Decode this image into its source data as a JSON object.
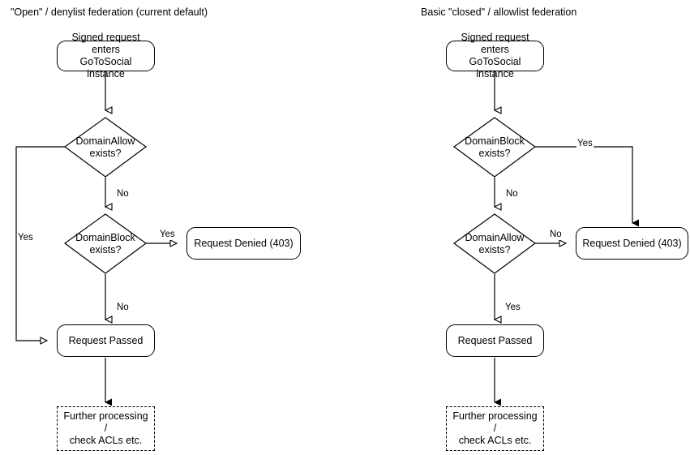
{
  "diagram": {
    "title_left": "\"Open\" / denylist federation (current default)",
    "title_right": "Basic \"closed\" / allowlist federation"
  },
  "left_panel": {
    "title": "\"Open\" / denylist federation (current default)",
    "nodes": {
      "start": "Signed request enters\nGoToSocial instance",
      "decision_1": "DomainAllow\nexists?",
      "decision_2": "DomainBlock\nexists?",
      "denied": "Request Denied (403)",
      "passed": "Request Passed",
      "further": "Further processing /\ncheck ACLs etc."
    },
    "edges": {
      "allow_yes": "Yes",
      "allow_no": "No",
      "block_yes": "Yes",
      "block_no": "No"
    }
  },
  "right_panel": {
    "title": "Basic \"closed\" / allowlist federation",
    "nodes": {
      "start": "Signed request enters\nGoToSocial instance",
      "decision_1": "DomainBlock\nexists?",
      "decision_2": "DomainAllow\nexists?",
      "denied": "Request Denied (403)",
      "passed": "Request Passed",
      "further": "Further processing /\ncheck ACLs etc."
    },
    "edges": {
      "block_yes": "Yes",
      "block_no": "No",
      "allow_no": "No",
      "allow_yes": "Yes"
    }
  },
  "colors": {
    "stroke": "#000000",
    "background": "#ffffff",
    "text": "#000000"
  }
}
